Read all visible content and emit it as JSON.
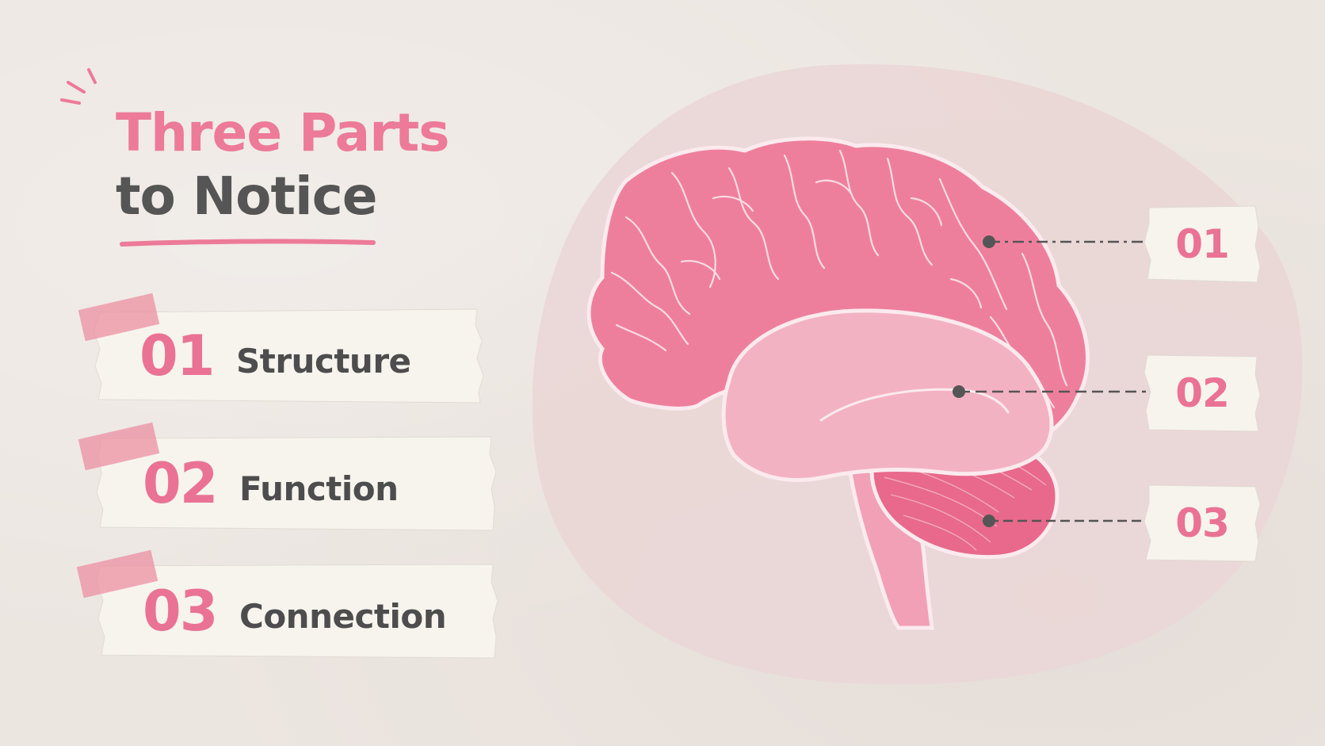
{
  "title": {
    "line1": "Three Parts",
    "line2": "to Notice"
  },
  "items": [
    {
      "number": "01",
      "label": "Structure"
    },
    {
      "number": "02",
      "label": "Function"
    },
    {
      "number": "03",
      "label": "Connection"
    }
  ],
  "callouts": [
    {
      "number": "01"
    },
    {
      "number": "02"
    },
    {
      "number": "03"
    }
  ],
  "colors": {
    "accent_pink": "#ea7295",
    "text_dark": "#4d4d4d",
    "background": "#ece6e1",
    "cerebrum": "#ee7f9c",
    "inner_region": "#f3b2c2",
    "cerebellum": "#e8698b"
  }
}
